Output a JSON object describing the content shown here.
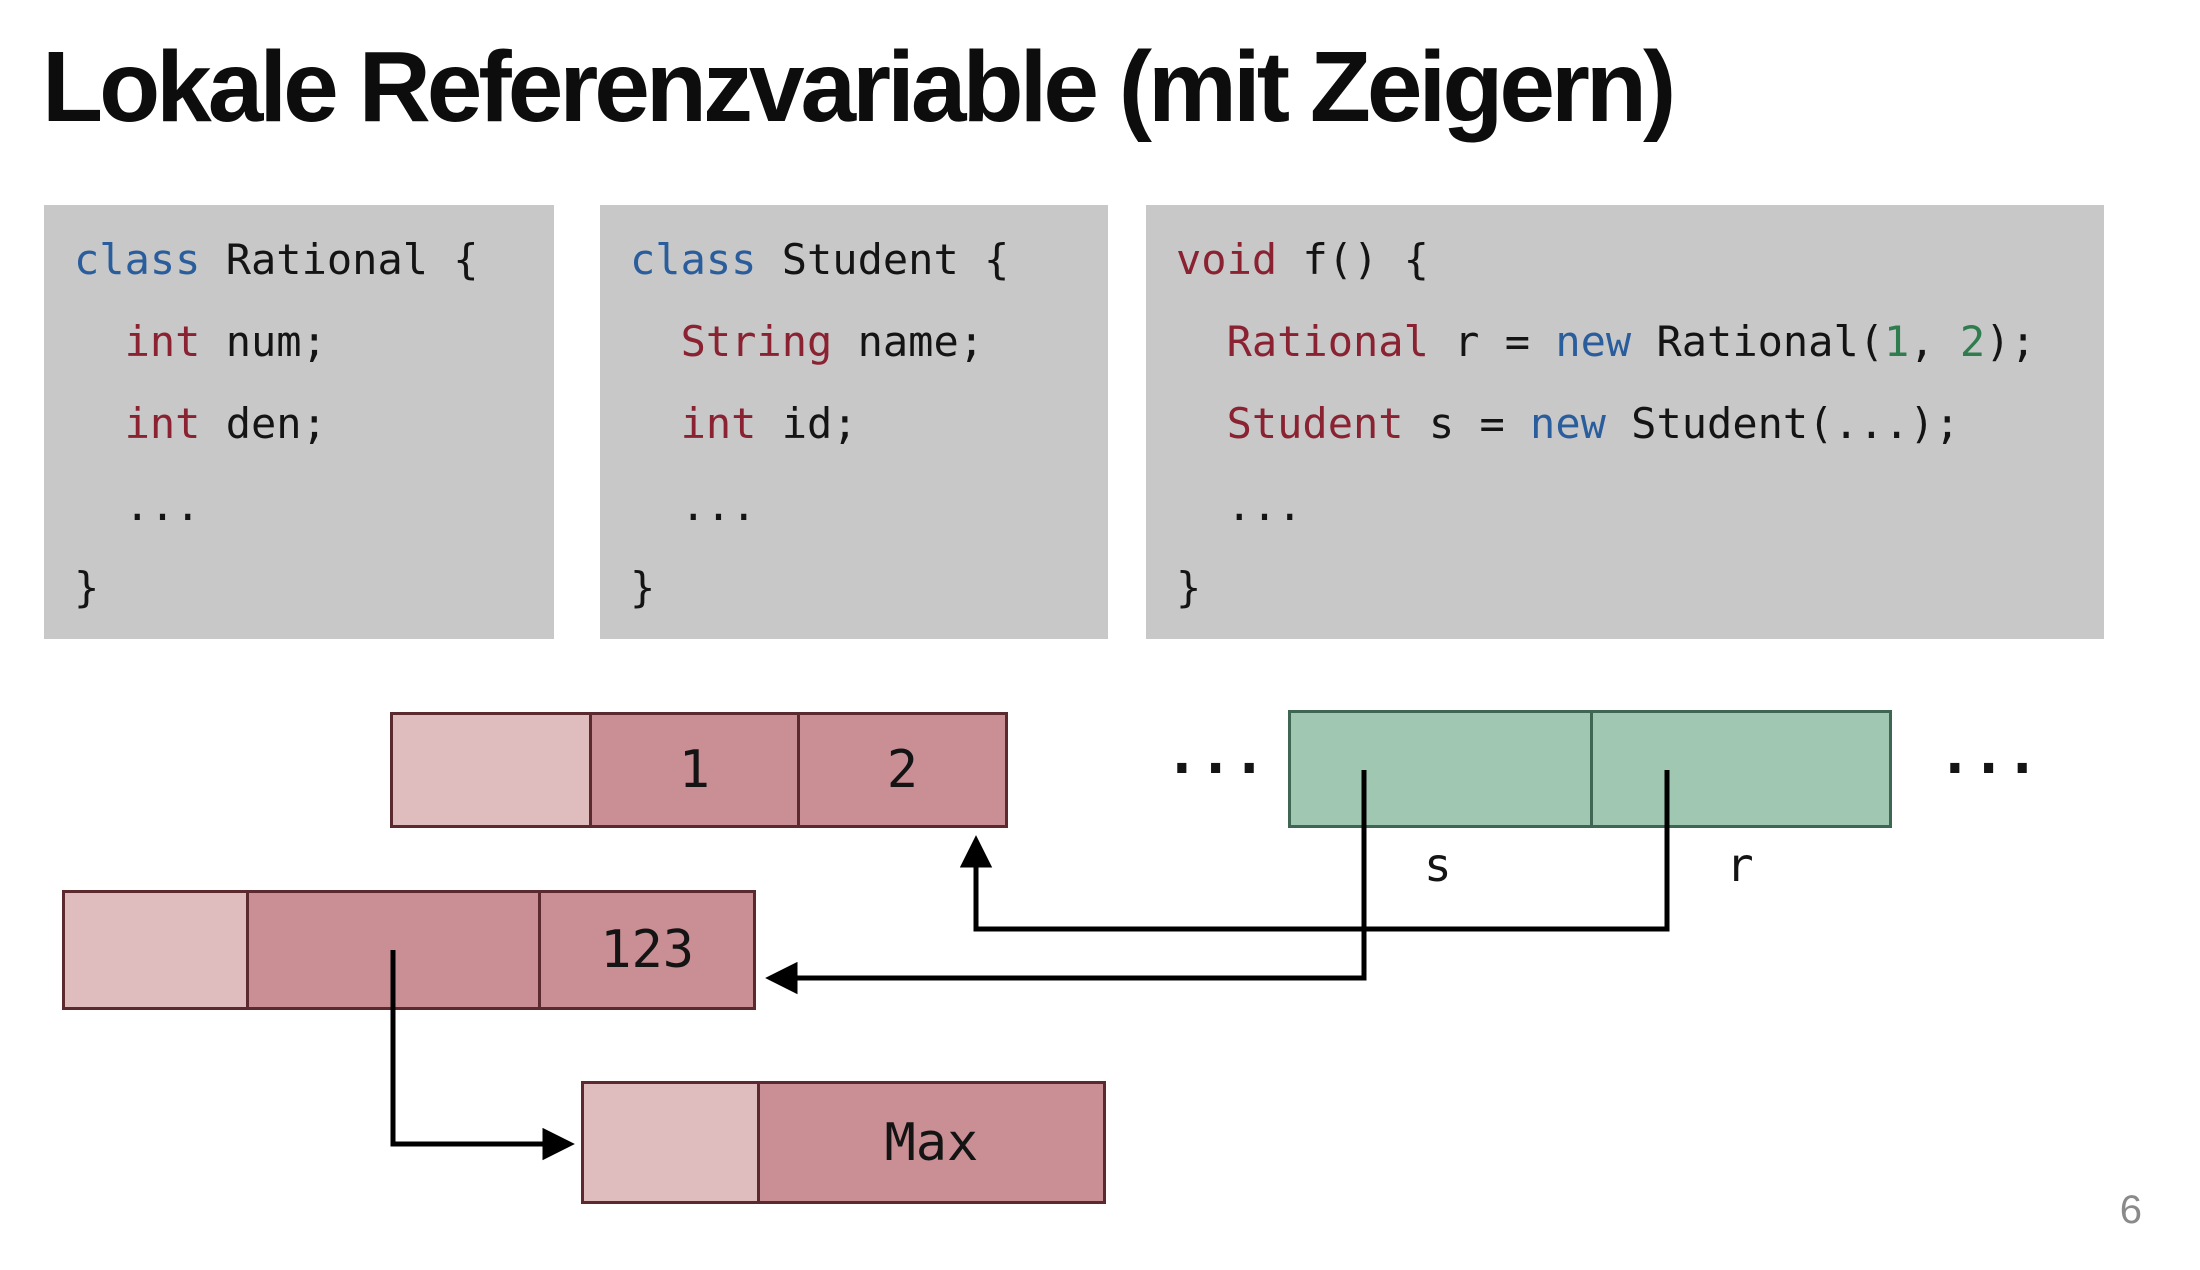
{
  "title": "Lokale Referenzvariable (mit Zeigern)",
  "page_number": "6",
  "colors": {
    "code_box_bg": "#c8c8c8",
    "keyword_blue": "#2a5d9c",
    "type_maroon": "#8a2232",
    "number_green": "#2f7d4f",
    "cell_light_pink": "#dfbcbe",
    "cell_dark_pink": "#c98f94",
    "cell_green": "#a0c7b2",
    "pink_border": "#5b2a2f",
    "green_border": "#3e6652",
    "arrow_color": "#000000",
    "page_number_gray": "#8a8a8a"
  },
  "code_boxes": [
    {
      "id": "rational-class",
      "lines": [
        [
          {
            "t": "class",
            "c": "kw"
          },
          {
            "t": " Rational {",
            "c": "plain"
          }
        ],
        [
          {
            "t": "  ",
            "c": "plain"
          },
          {
            "t": "int",
            "c": "type"
          },
          {
            "t": " num;",
            "c": "plain"
          }
        ],
        [
          {
            "t": "  ",
            "c": "plain"
          },
          {
            "t": "int",
            "c": "type"
          },
          {
            "t": " den;",
            "c": "plain"
          }
        ],
        [
          {
            "t": "  ...",
            "c": "plain"
          }
        ],
        [
          {
            "t": "}",
            "c": "plain"
          }
        ]
      ]
    },
    {
      "id": "student-class",
      "lines": [
        [
          {
            "t": "class",
            "c": "kw"
          },
          {
            "t": " Student {",
            "c": "plain"
          }
        ],
        [
          {
            "t": "  ",
            "c": "plain"
          },
          {
            "t": "String",
            "c": "type"
          },
          {
            "t": " name;",
            "c": "plain"
          }
        ],
        [
          {
            "t": "  ",
            "c": "plain"
          },
          {
            "t": "int",
            "c": "type"
          },
          {
            "t": " id;",
            "c": "plain"
          }
        ],
        [
          {
            "t": "  ...",
            "c": "plain"
          }
        ],
        [
          {
            "t": "}",
            "c": "plain"
          }
        ]
      ]
    },
    {
      "id": "function-f",
      "lines": [
        [
          {
            "t": "void",
            "c": "type"
          },
          {
            "t": " f() {",
            "c": "plain"
          }
        ],
        [
          {
            "t": "  ",
            "c": "plain"
          },
          {
            "t": "Rational",
            "c": "type"
          },
          {
            "t": " r = ",
            "c": "plain"
          },
          {
            "t": "new",
            "c": "kw"
          },
          {
            "t": " Rational(",
            "c": "plain"
          },
          {
            "t": "1",
            "c": "num"
          },
          {
            "t": ", ",
            "c": "plain"
          },
          {
            "t": "2",
            "c": "num"
          },
          {
            "t": ");",
            "c": "plain"
          }
        ],
        [
          {
            "t": "  ",
            "c": "plain"
          },
          {
            "t": "Student",
            "c": "type"
          },
          {
            "t": " s = ",
            "c": "plain"
          },
          {
            "t": "new",
            "c": "kw"
          },
          {
            "t": " Student(...);",
            "c": "plain"
          }
        ],
        [
          {
            "t": "  ...",
            "c": "plain"
          }
        ],
        [
          {
            "t": "}",
            "c": "plain"
          }
        ]
      ]
    }
  ],
  "diagram": {
    "rational_object": {
      "cells": [
        "",
        "1",
        "2"
      ]
    },
    "stack": {
      "cells": [
        "",
        ""
      ],
      "labels": [
        "s",
        "r"
      ],
      "ellipsis_left": "...",
      "ellipsis_right": "..."
    },
    "student_object": {
      "cells": [
        "",
        "",
        "123"
      ]
    },
    "string_object": {
      "cells": [
        "",
        "Max"
      ]
    }
  }
}
